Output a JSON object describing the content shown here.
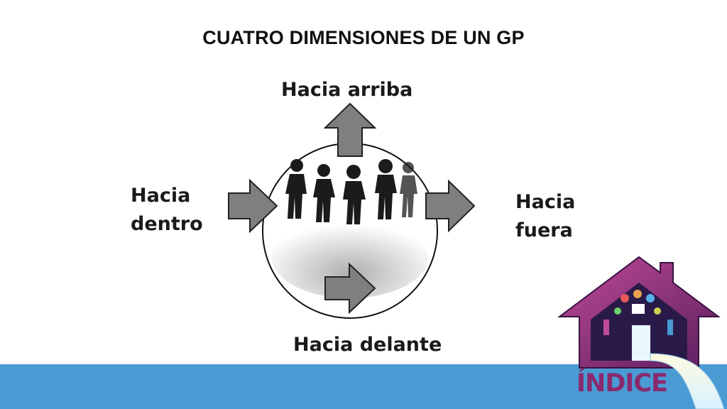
{
  "title": "CUATRO DIMENSIONES DE UN GP",
  "labels": {
    "up": "Hacia arriba",
    "in_line1": "Hacia",
    "in_line2": "dentro",
    "out_line1": "Hacia",
    "out_line2": "fuera",
    "forward": "Hacia delante"
  },
  "logo": {
    "text": "ÍNDICE"
  },
  "colors": {
    "bar": "#4a9ad3",
    "arrow_fill": "#808080",
    "logo_purple": "#8a2a6e"
  }
}
